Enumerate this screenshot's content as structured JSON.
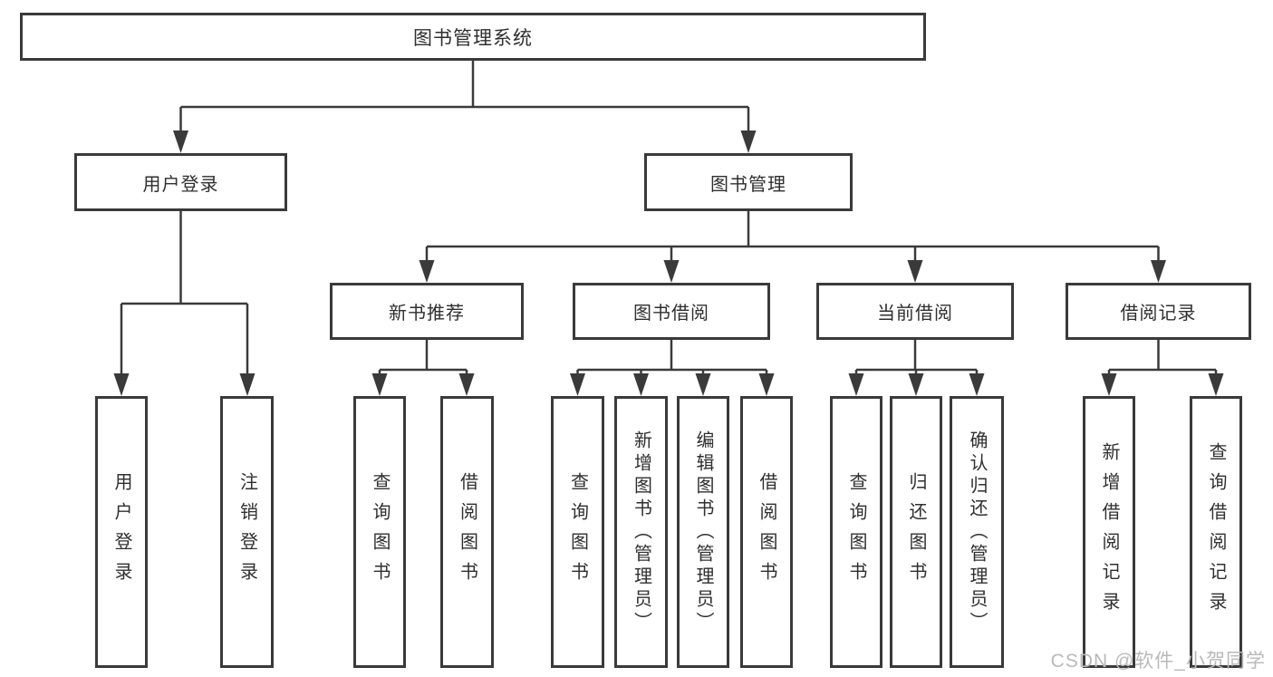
{
  "tree": {
    "root": {
      "label": "图书管理系统",
      "children": [
        {
          "label": "用户登录",
          "children": [
            {
              "label": "用户登录"
            },
            {
              "label": "注销登录"
            }
          ]
        },
        {
          "label": "图书管理",
          "children": [
            {
              "label": "新书推荐",
              "children": [
                {
                  "label": "查询图书"
                },
                {
                  "label": "借阅图书"
                }
              ]
            },
            {
              "label": "图书借阅",
              "children": [
                {
                  "label": "查询图书"
                },
                {
                  "label": "新增图书（管理员）"
                },
                {
                  "label": "编辑图书（管理员）"
                },
                {
                  "label": "借阅图书"
                }
              ]
            },
            {
              "label": "当前借阅",
              "children": [
                {
                  "label": "查询图书"
                },
                {
                  "label": "归还图书"
                },
                {
                  "label": "确认归还（管理员）"
                }
              ]
            },
            {
              "label": "借阅记录",
              "children": [
                {
                  "label": "新增借阅记录"
                },
                {
                  "label": "查询借阅记录"
                }
              ]
            }
          ]
        }
      ]
    }
  },
  "watermark": {
    "text": "CSDN @软件_小贺同学"
  },
  "colors": {
    "line": "#3a3a3a",
    "text": "#2f2f2f",
    "box_background": "#ffffff",
    "watermark": "#b9b9b9"
  }
}
